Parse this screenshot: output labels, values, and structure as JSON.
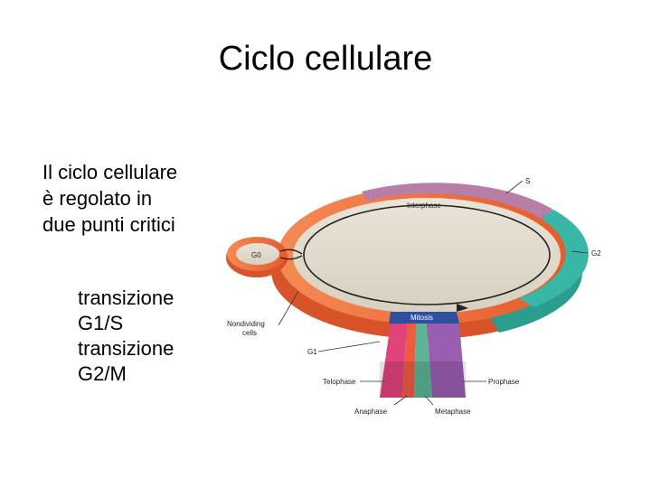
{
  "slide": {
    "title": "Ciclo cellulare",
    "bullet": [
      "Il ciclo cellulare",
      "è regolato in",
      "due punti critici"
    ],
    "sub_items": [
      [
        "transizione",
        "G1/S"
      ],
      [
        "transizione",
        "G2/M"
      ]
    ]
  },
  "diagram": {
    "labels": {
      "s": "S",
      "interphase": "Interphase",
      "g2": "G2",
      "g0": "G0",
      "mitosis": "Mitosis",
      "nondividing": [
        "Nondividing",
        "cells"
      ],
      "g1": "G1",
      "telophase": "Telophase",
      "prophase": "Prophase",
      "anaphase": "Anaphase",
      "metaphase": "Metaphase"
    },
    "colors": {
      "disc_top": "#e3ddd0",
      "g1_ring": "#ef6a37",
      "s_ring": "#b77fa6",
      "g2_ring": "#38b6a6",
      "telophase": "#e0427c",
      "anaphase": "#ee5b43",
      "metaphase": "#5db394",
      "prophase": "#9a5eb0"
    }
  }
}
